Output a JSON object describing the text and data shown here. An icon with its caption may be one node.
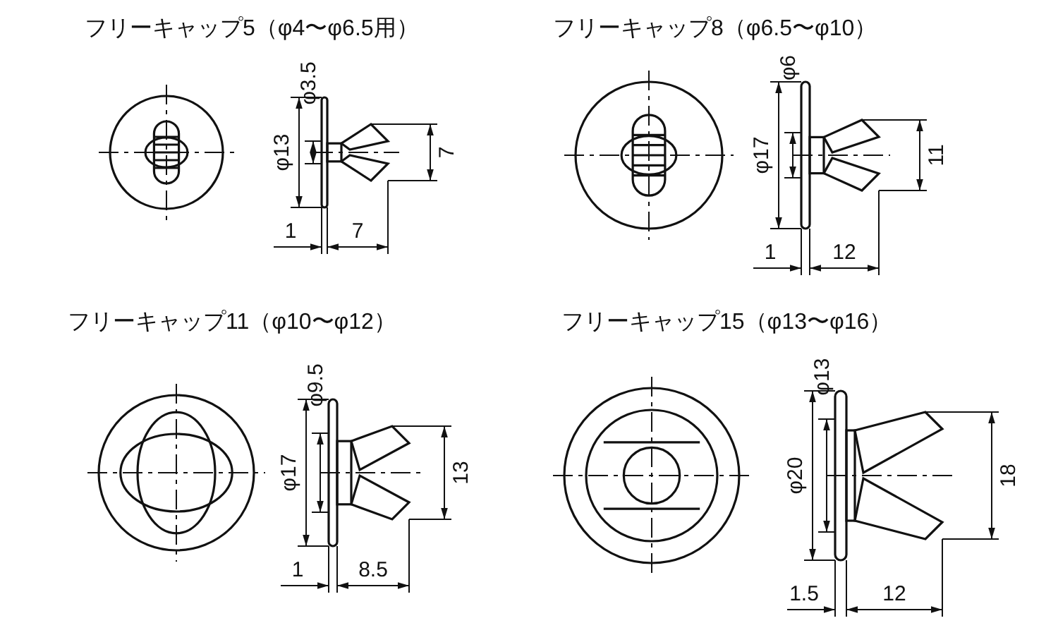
{
  "diagram": {
    "labels": [
      "フリーキャップ5（φ4〜φ6.5用）",
      "フリーキャップ8（φ6.5〜φ10）",
      "φ3.5",
      "φ13",
      "7",
      "1",
      "7",
      "φ6",
      "φ17",
      "11",
      "1",
      "12",
      "フリーキャップ11（φ10〜φ12）",
      "フリーキャップ15（φ13〜φ16）",
      "φ9.5",
      "φ17",
      "13",
      "1",
      "8.5",
      "φ13",
      "φ20",
      "18",
      "1.5",
      "12"
    ]
  }
}
